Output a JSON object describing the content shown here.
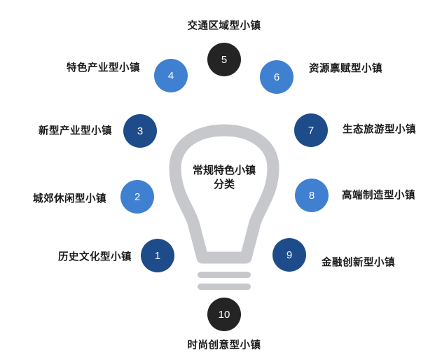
{
  "center": {
    "title_line1": "常规特色小镇",
    "title_line2": "分类"
  },
  "colors": {
    "light_blue": "#3f80d0",
    "dark_blue": "#1e4c8a",
    "black": "#242424",
    "bulb_gray": "#c6c8cc"
  },
  "nodes": [
    {
      "number": "1",
      "label": "历史文化型小镇",
      "color": "dark"
    },
    {
      "number": "2",
      "label": "城郊休闲型小镇",
      "color": "light"
    },
    {
      "number": "3",
      "label": "新型产业型小镇",
      "color": "dark"
    },
    {
      "number": "4",
      "label": "特色产业型小镇",
      "color": "light"
    },
    {
      "number": "5",
      "label": "交通区域型小镇",
      "color": "black"
    },
    {
      "number": "6",
      "label": "资源禀赋型小镇",
      "color": "light"
    },
    {
      "number": "7",
      "label": "生态旅游型小镇",
      "color": "dark"
    },
    {
      "number": "8",
      "label": "高端制造型小镇",
      "color": "light"
    },
    {
      "number": "9",
      "label": "金融创新型小镇",
      "color": "dark"
    },
    {
      "number": "10",
      "label": "时尚创意型小镇",
      "color": "black"
    }
  ]
}
